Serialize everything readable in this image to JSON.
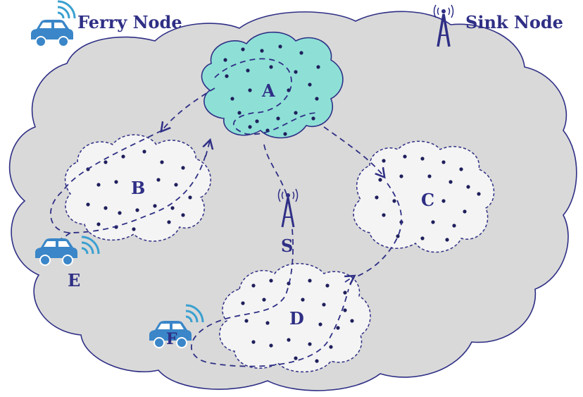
{
  "legend": {
    "ferry_label": "Ferry Node",
    "sink_label": "Sink Node",
    "ferry_icon": "car-wifi-icon",
    "sink_icon": "antenna-tower-icon"
  },
  "clusters": [
    {
      "id": "A",
      "label": "A"
    },
    {
      "id": "B",
      "label": "B"
    },
    {
      "id": "C",
      "label": "C"
    },
    {
      "id": "D",
      "label": "D"
    }
  ],
  "sink": {
    "label": "S"
  },
  "ferries": [
    {
      "id": "E",
      "label": "E"
    },
    {
      "id": "F",
      "label": "F"
    }
  ],
  "colors": {
    "ink": "#2f2f86",
    "field_gray": "#d9d9d9",
    "cluster_a": "#8ee0d6",
    "car_blue": "#3a86c8"
  }
}
